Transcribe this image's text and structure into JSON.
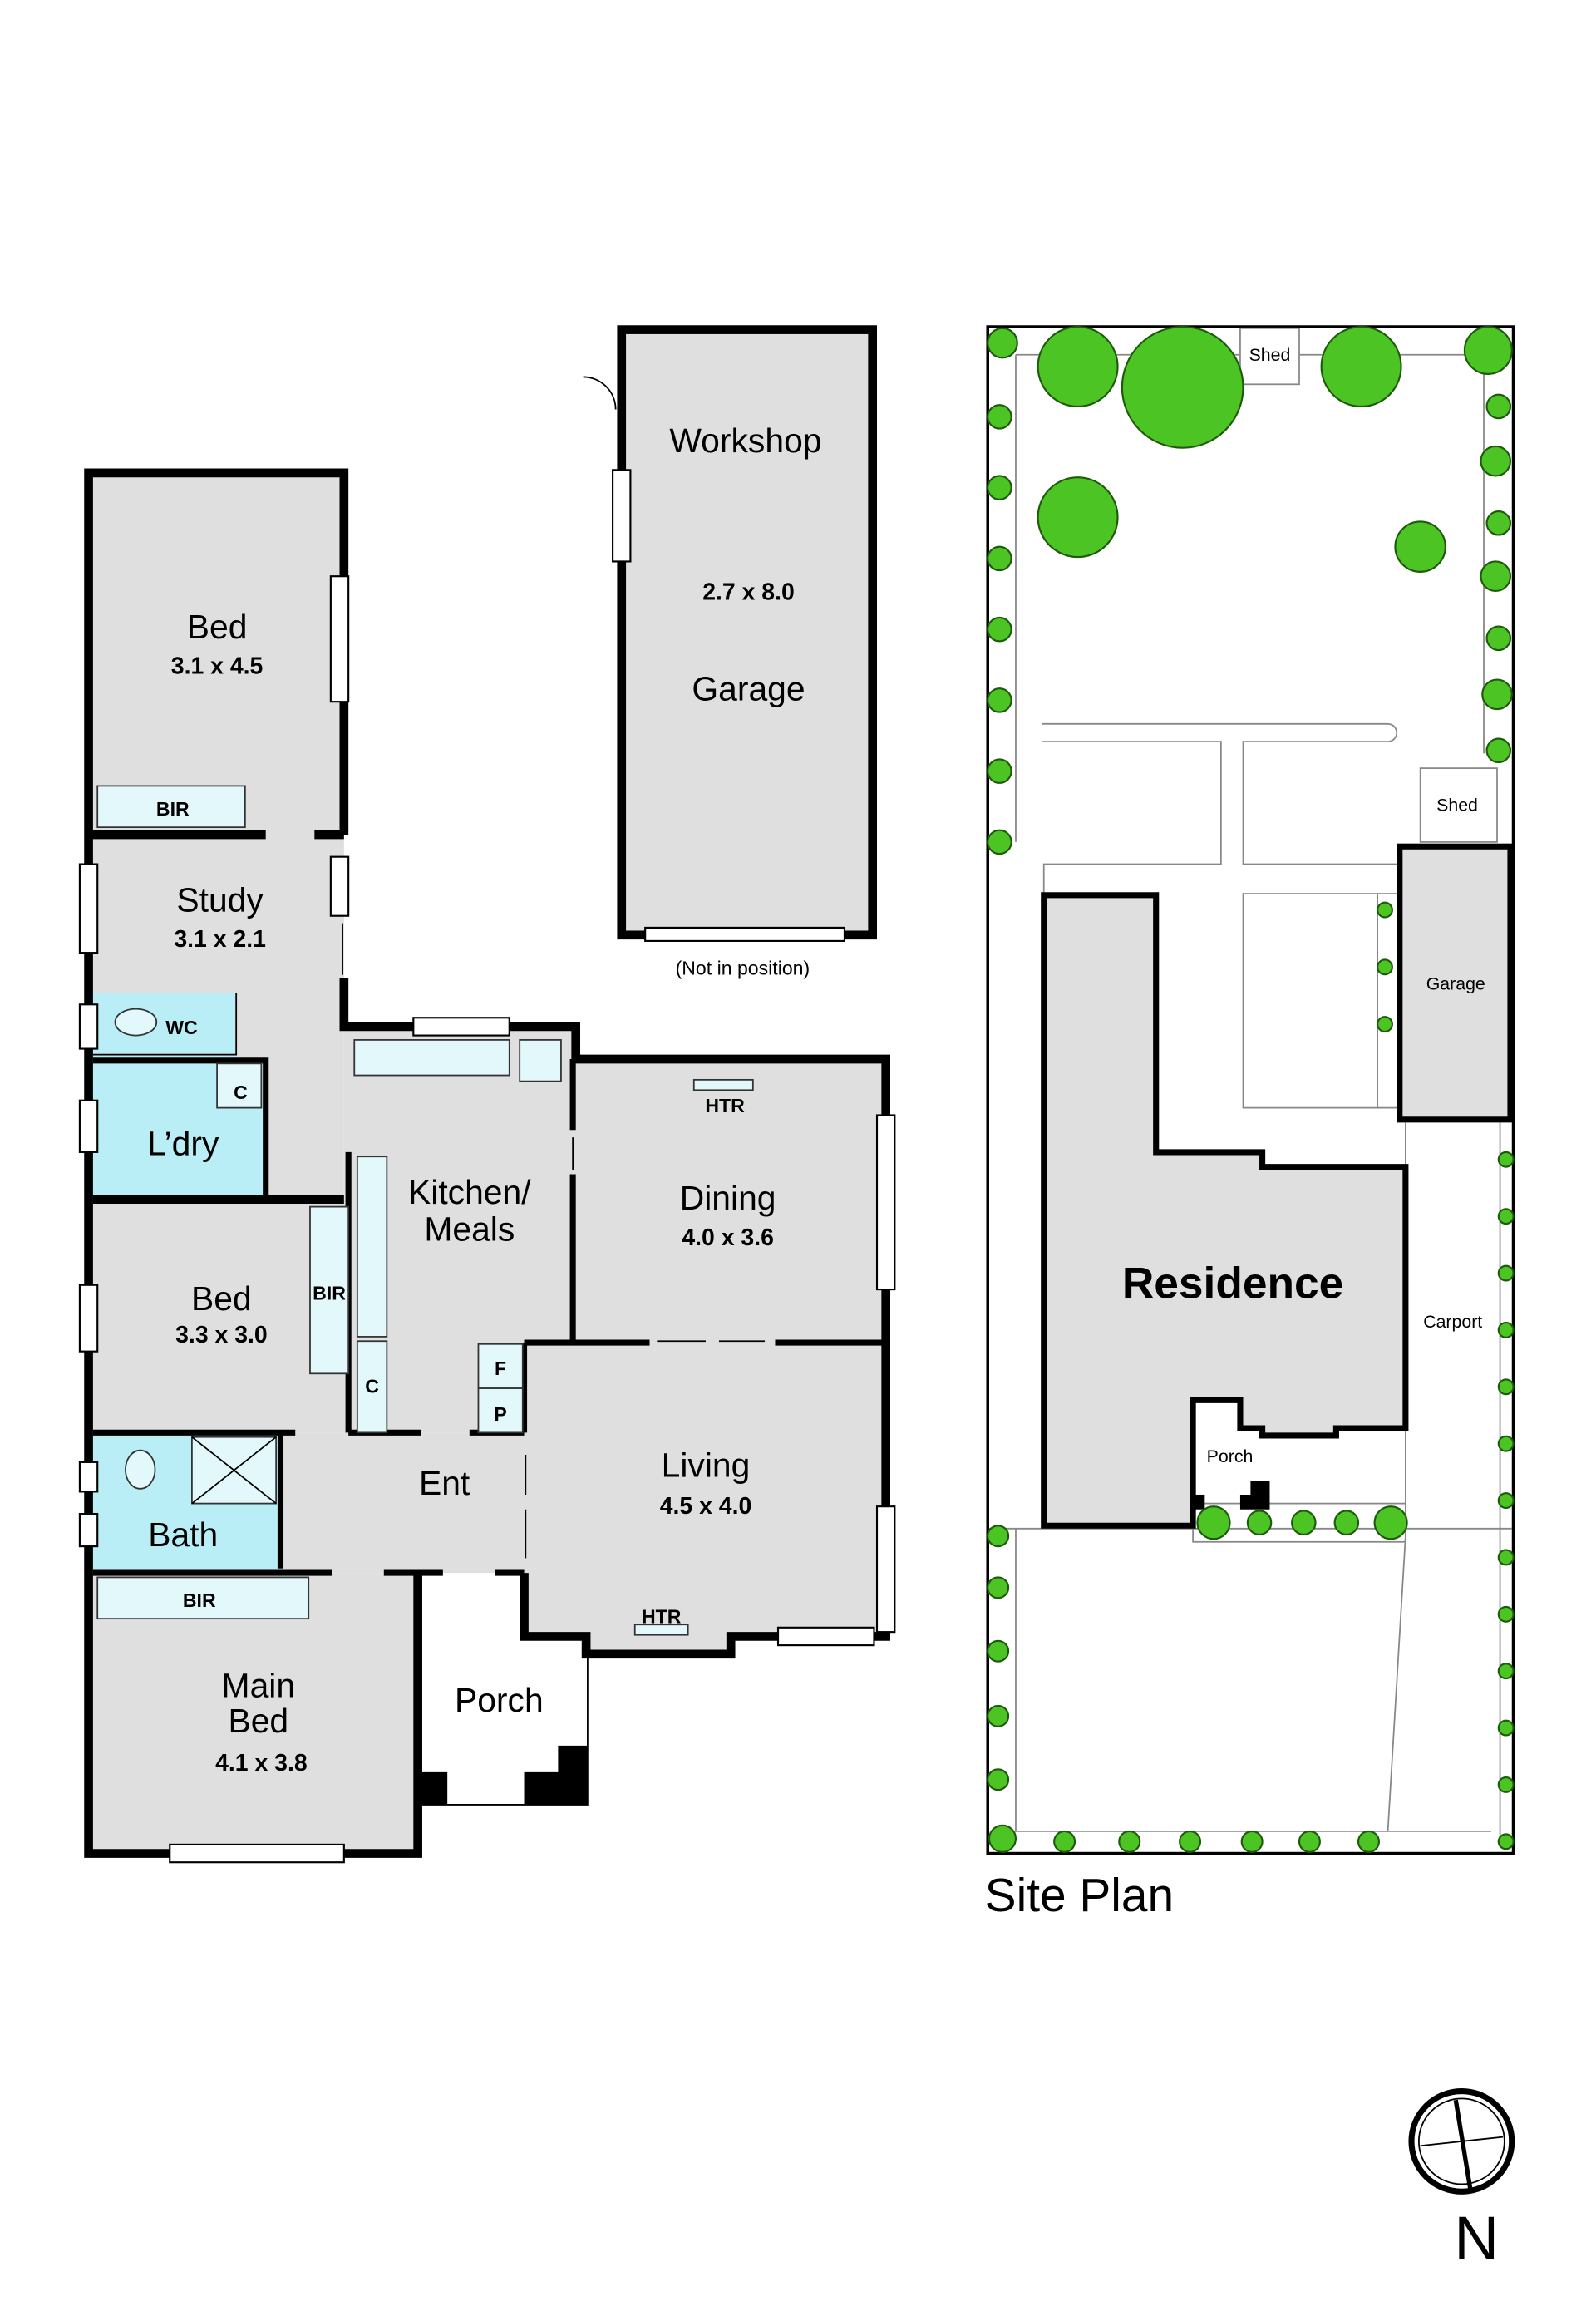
{
  "floor_plan": {
    "rooms": {
      "bed1": {
        "name": "Bed",
        "size": "3.1 x 4.5"
      },
      "bir1": "BIR",
      "study": {
        "name": "Study",
        "size": "3.1 x 2.1"
      },
      "wc": "WC",
      "laundry": "L’dry",
      "laundry_cupboard": "C",
      "kitchen": {
        "line1": "Kitchen/",
        "line2": "Meals"
      },
      "dining": {
        "name": "Dining",
        "size": "4.0 x 3.6",
        "heater": "HTR"
      },
      "bed2": {
        "name": "Bed",
        "size": "3.3 x 3.0"
      },
      "bir2": "BIR",
      "cupboard": "C",
      "fridge": "F",
      "pantry": "P",
      "entry": "Ent",
      "living": {
        "name": "Living",
        "size": "4.5 x 4.0",
        "heater": "HTR"
      },
      "bath": "Bath",
      "bir3": "BIR",
      "main_bed": {
        "line1": "Main",
        "line2": "Bed",
        "size": "4.1 x 3.8"
      },
      "porch": "Porch"
    },
    "outbuilding": {
      "line1": "Workshop",
      "size": "2.7 x 8.0",
      "line2": "Garage",
      "note": "(Not in position)"
    }
  },
  "site_plan": {
    "title": "Site Plan",
    "labels": {
      "shed_top": "Shed",
      "shed_right": "Shed",
      "garage": "Garage",
      "residence": "Residence",
      "carport": "Carport",
      "porch": "Porch"
    }
  },
  "compass": {
    "label": "N"
  },
  "colors": {
    "wet_area": "#b9eef6",
    "room_fill": "#dfdfdf",
    "tree": "#4cc423"
  }
}
